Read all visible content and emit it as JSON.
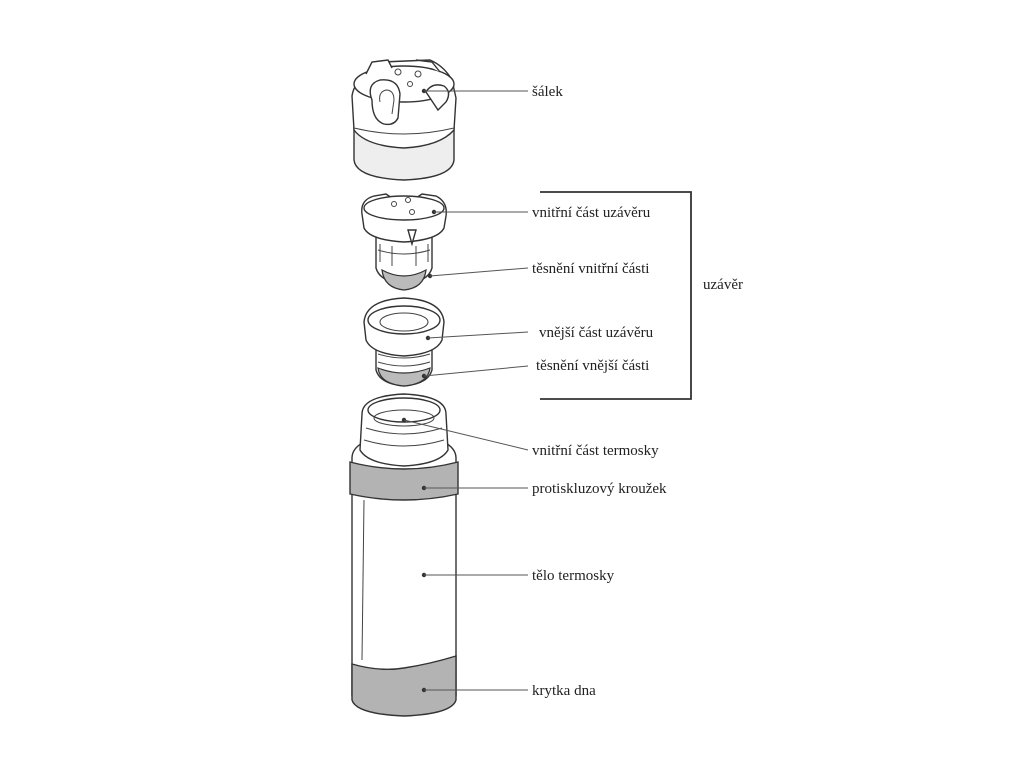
{
  "diagram": {
    "labels": {
      "cup": "šálek",
      "inner_cap": "vnitřní část uzávěru",
      "inner_seal": "těsnění vnitřní části",
      "outer_cap": "vnější část uzávěru",
      "outer_seal": "těsnění vnější části",
      "closure_group": "uzávěr",
      "flask_inner": "vnitřní část termosky",
      "grip_ring": "protiskluzový kroužek",
      "flask_body": "tělo termosky",
      "base_cover": "krytka dna"
    }
  },
  "colors": {
    "outline": "#333333",
    "band_gray": "#b3b3b3",
    "band_light": "#d9d9d9",
    "cup_lower": "#eeeeee",
    "text": "#222222"
  }
}
